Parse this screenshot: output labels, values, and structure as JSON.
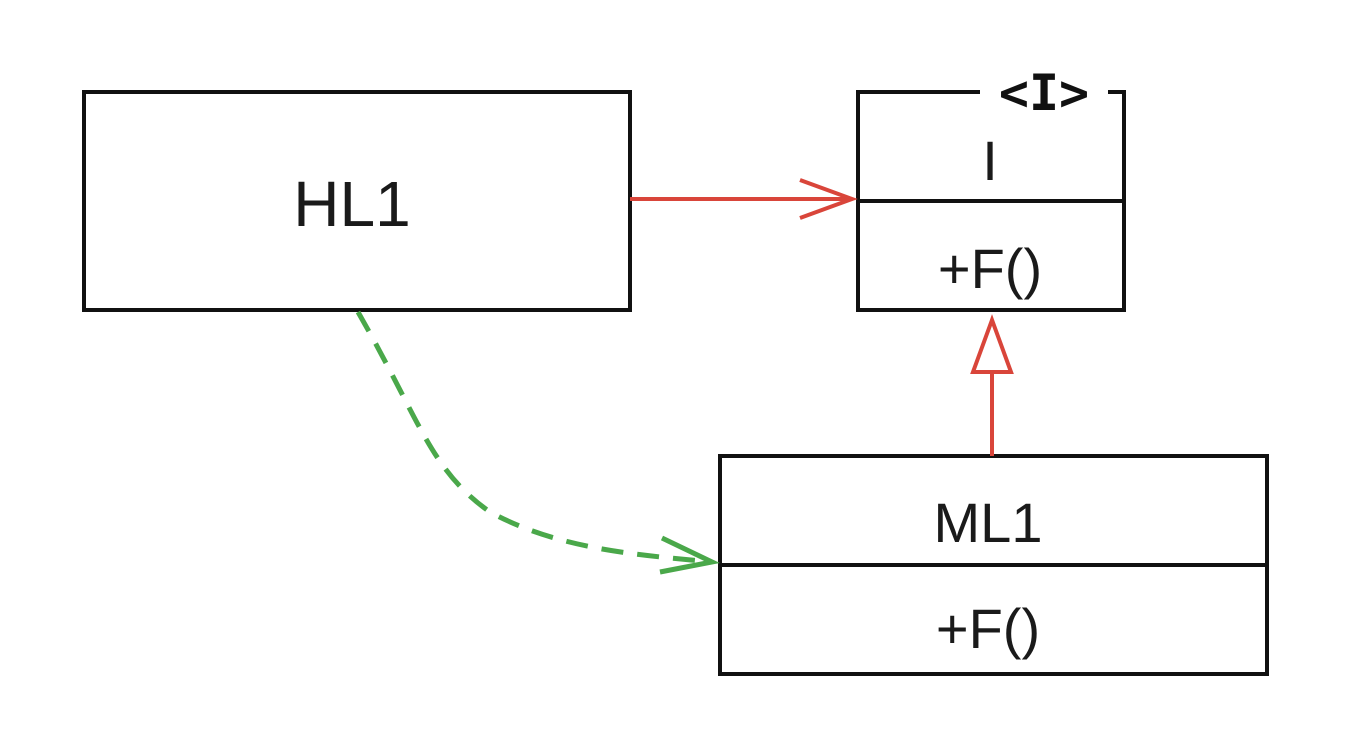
{
  "diagram": {
    "classes": {
      "hl1": {
        "name": "HL1"
      },
      "interface_i": {
        "stereotype": "<I>",
        "name": "I",
        "operation": "+F()"
      },
      "ml1": {
        "name": "ML1",
        "operation": "+F()"
      }
    },
    "colors": {
      "association": "#d9453a",
      "realization": "#d9453a",
      "dependency": "#4aa84a",
      "border": "#111111"
    }
  }
}
